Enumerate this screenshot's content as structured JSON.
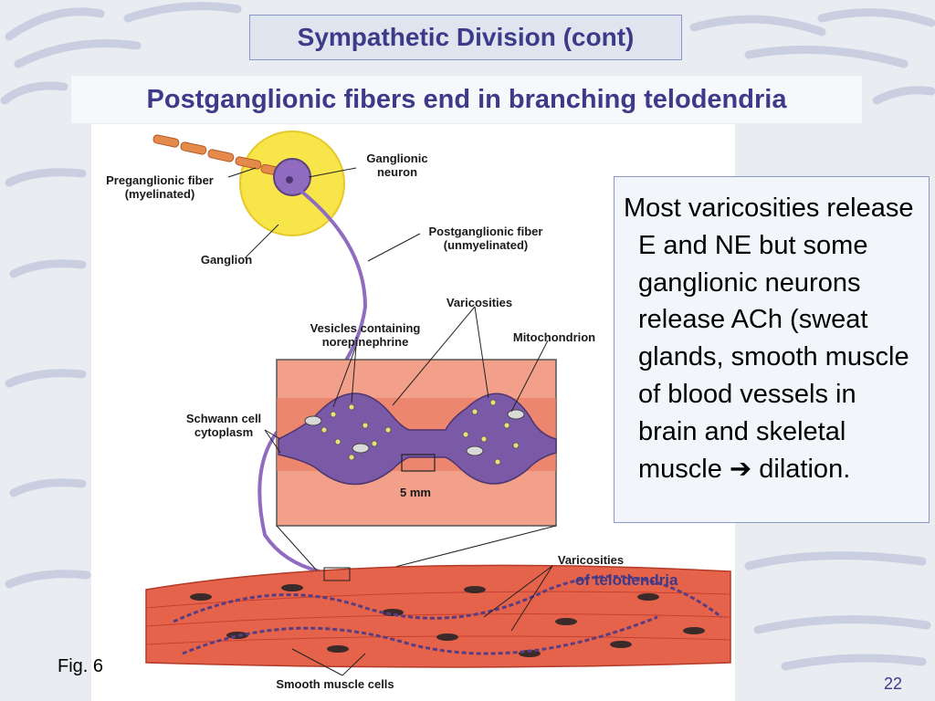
{
  "slide": {
    "title": "Sympathetic Division (cont)",
    "subtitle": "Postganglionic fibers end in branching telodendria",
    "figure_labels": {
      "preganglionic_1": "Preganglionic fiber",
      "preganglionic_2": "(myelinated)",
      "ganglionic_1": "Ganglionic",
      "ganglionic_2": "neuron",
      "postganglionic_1": "Postganglionic fiber",
      "postganglionic_2": "(unmyelinated)",
      "ganglion": "Ganglion",
      "varicosities": "Varicosities",
      "vesicles_1": "Vesicles containing",
      "vesicles_2": "norepinephrine",
      "mitochondrion": "Mitochondrion",
      "schwann_1": "Schwann cell",
      "schwann_2": "cytoplasm",
      "scale": "5 mm",
      "varicosities_lower": "Varicosities",
      "smooth_muscle": "Smooth muscle cells"
    },
    "telodendria_note": "of telodendria",
    "body_text": {
      "part1": "Most varicosities release E and NE but some ganglionic neurons release ACh (sweat glands, smooth muscle of blood vessels in brain and skeletal muscle ",
      "arrow": "➔",
      "part2": " dilation."
    },
    "figure_caption": "Fig. 6",
    "page_number": "22"
  },
  "colors": {
    "title_text": "#3d3a8a",
    "box_border": "#8a96c8",
    "neuron_purple": "#7a5aa6",
    "ganglion_yellow": "#f7e54a",
    "muscle_red": "#e5634b"
  }
}
